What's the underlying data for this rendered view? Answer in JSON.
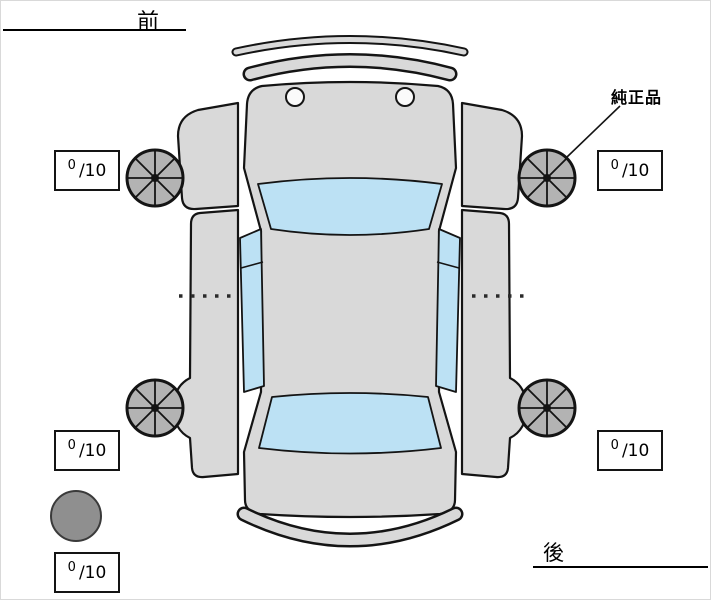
{
  "colors": {
    "bg": "#ffffff",
    "body": "#d9d9d9",
    "glass": "#bce1f4",
    "wheel": "#b3b3b3",
    "spare": "#8f8f8f",
    "line": "#141414",
    "box-border": "#141414"
  },
  "labels": {
    "front": "前",
    "rear": "後",
    "genuine_part": "純正品"
  },
  "tires": {
    "front_left": {
      "depth": "0",
      "scale": "/10"
    },
    "front_right": {
      "depth": "0",
      "scale": "/10"
    },
    "rear_left": {
      "depth": "0",
      "scale": "/10"
    },
    "rear_right": {
      "depth": "0",
      "scale": "/10"
    },
    "spare": {
      "depth": "0",
      "scale": "/10"
    }
  }
}
